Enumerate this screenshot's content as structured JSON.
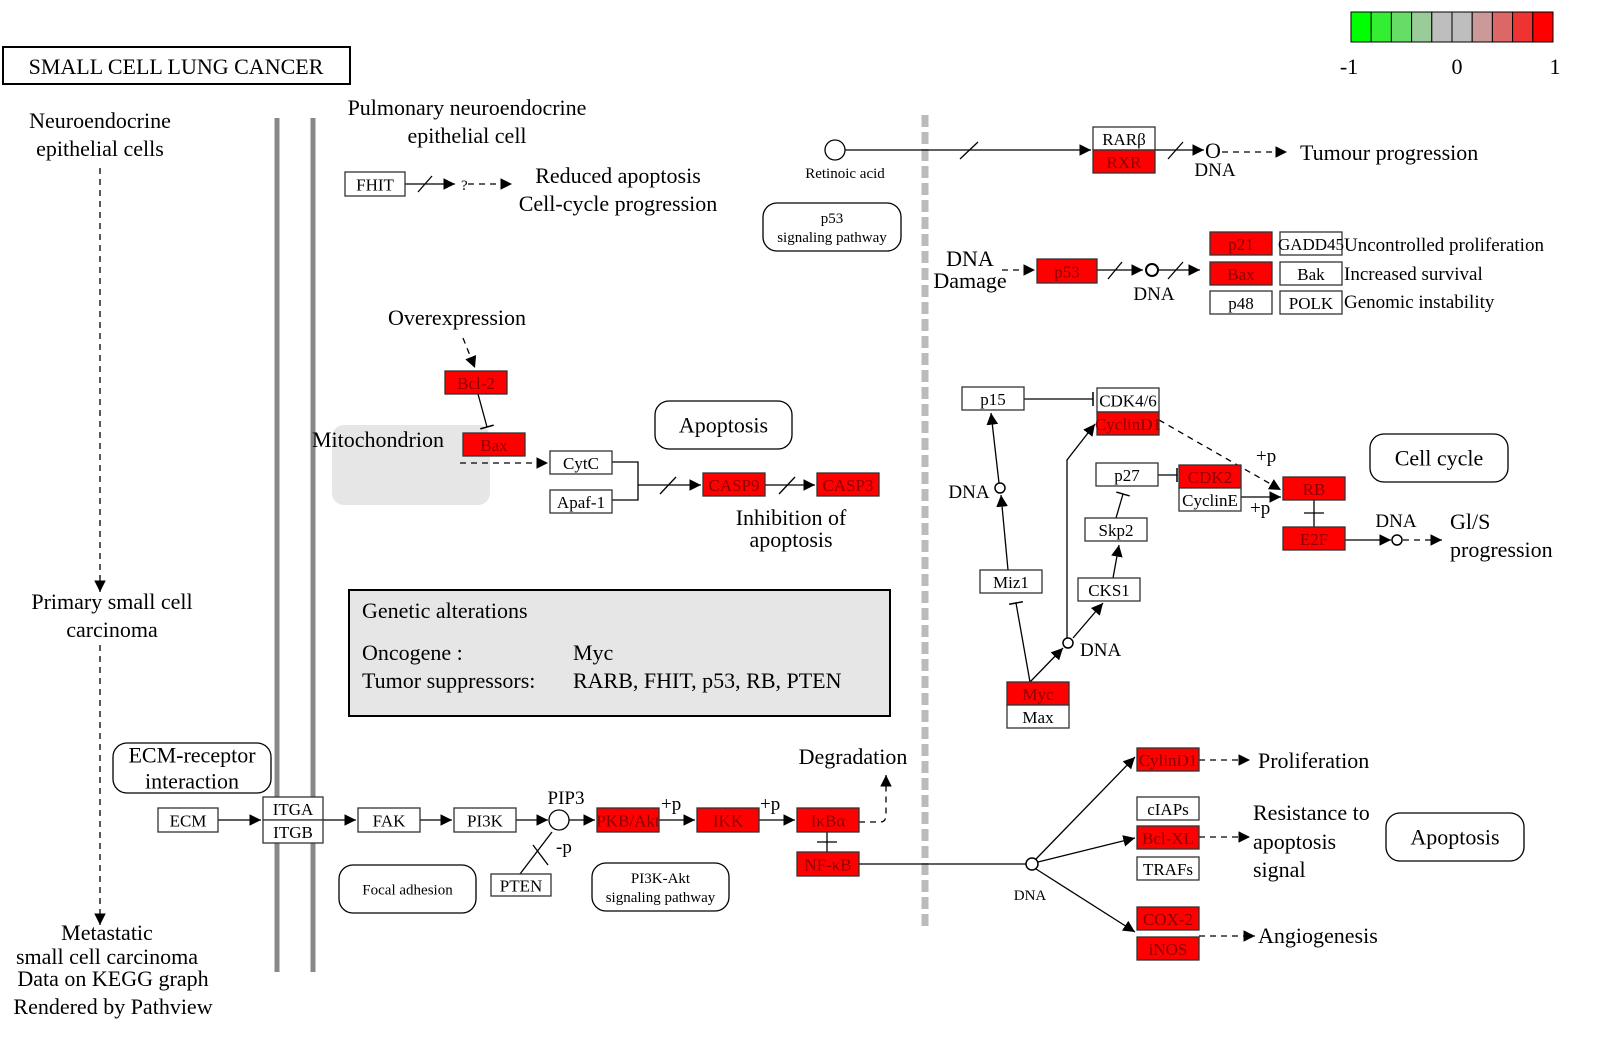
{
  "title": "SMALL CELL LUNG CANCER",
  "legend": {
    "min_label": "-1",
    "mid_label": "0",
    "max_label": "1",
    "colors": [
      "#00ff00",
      "#33ee33",
      "#66dd66",
      "#99cc99",
      "#bebebe",
      "#bebebe",
      "#cc9999",
      "#dd6666",
      "#ee3333",
      "#ff0000"
    ]
  },
  "colors": {
    "up": "#ff0000",
    "none": "#ffffff",
    "up_text": "#8b0000",
    "panel": "#e6e6e6",
    "divider": "#888888",
    "dashed_divider": "#bbbbbb"
  },
  "genes": [
    {
      "label": "FHIT",
      "color": "#ffffff"
    },
    {
      "label": "RARβ",
      "color": "#ffffff"
    },
    {
      "label": "RXR",
      "color": "#ff0000"
    },
    {
      "label": "p53",
      "color": "#ff0000"
    },
    {
      "label": "p21",
      "color": "#ff0000"
    },
    {
      "label": "GADD45",
      "color": "#ffffff"
    },
    {
      "label": "Bax",
      "color": "#ff0000"
    },
    {
      "label": "Bak",
      "color": "#ffffff"
    },
    {
      "label": "p48",
      "color": "#ffffff"
    },
    {
      "label": "POLK",
      "color": "#ffffff"
    },
    {
      "label": "Bcl-2",
      "color": "#ff0000"
    },
    {
      "label": "Bax",
      "color": "#ff0000"
    },
    {
      "label": "CytC",
      "color": "#ffffff"
    },
    {
      "label": "Apaf-1",
      "color": "#ffffff"
    },
    {
      "label": "CASP9",
      "color": "#ff0000"
    },
    {
      "label": "CASP3",
      "color": "#ff0000"
    },
    {
      "label": "p15",
      "color": "#ffffff"
    },
    {
      "label": "CDK4/6",
      "color": "#ffffff"
    },
    {
      "label": "CyclinD1",
      "color": "#ff0000"
    },
    {
      "label": "p27",
      "color": "#ffffff"
    },
    {
      "label": "CDK2",
      "color": "#ff0000"
    },
    {
      "label": "CyclinE",
      "color": "#ffffff"
    },
    {
      "label": "RB",
      "color": "#ff0000"
    },
    {
      "label": "E2F",
      "color": "#ff0000"
    },
    {
      "label": "Skp2",
      "color": "#ffffff"
    },
    {
      "label": "Miz1",
      "color": "#ffffff"
    },
    {
      "label": "CKS1",
      "color": "#ffffff"
    },
    {
      "label": "Myc",
      "color": "#ff0000"
    },
    {
      "label": "Max",
      "color": "#ffffff"
    },
    {
      "label": "ECM",
      "color": "#ffffff"
    },
    {
      "label": "ITGA",
      "color": "#ffffff"
    },
    {
      "label": "ITGB",
      "color": "#ffffff"
    },
    {
      "label": "FAK",
      "color": "#ffffff"
    },
    {
      "label": "PI3K",
      "color": "#ffffff"
    },
    {
      "label": "PKB/Akt",
      "color": "#ff0000"
    },
    {
      "label": "IKK",
      "color": "#ff0000"
    },
    {
      "label": "IκBα",
      "color": "#ff0000"
    },
    {
      "label": "NF-κB",
      "color": "#ff0000"
    },
    {
      "label": "PTEN",
      "color": "#ffffff"
    },
    {
      "label": "CylinD1",
      "color": "#ff0000"
    },
    {
      "label": "cIAPs",
      "color": "#ffffff"
    },
    {
      "label": "Bcl-XL",
      "color": "#ff0000"
    },
    {
      "label": "TRAFs",
      "color": "#ffffff"
    },
    {
      "label": "COX-2",
      "color": "#ff0000"
    },
    {
      "label": "iNOS",
      "color": "#ff0000"
    }
  ],
  "maps": [
    {
      "lines": [
        "p53",
        "signaling pathway"
      ]
    },
    {
      "lines": [
        "Apoptosis"
      ]
    },
    {
      "lines": [
        "Cell cycle"
      ]
    },
    {
      "lines": [
        "ECM-receptor",
        "interaction"
      ]
    },
    {
      "lines": [
        "Focal adhesion"
      ]
    },
    {
      "lines": [
        "PI3K-Akt",
        "signaling pathway"
      ]
    },
    {
      "lines": [
        "Apoptosis"
      ]
    }
  ],
  "labels": {
    "neuro1": "Neuroendocrine",
    "neuro2": "epithelial cells",
    "pulm1": "Pulmonary neuroendocrine",
    "pulm2": "epithelial cell",
    "reduced": "Reduced apoptosis",
    "cellcycle_prog": "Cell-cycle progression",
    "question": "?",
    "retinoic": "Retinoic acid",
    "tumour": "Tumour progression",
    "dna": "DNA",
    "dna_damage1": "DNA",
    "dna_damage2": "Damage",
    "uncontrolled": "Uncontrolled proliferation",
    "survival": "Increased survival",
    "genomic": "Genomic instability",
    "overexpression": "Overexpression",
    "mitochondrion": "Mitochondrion",
    "inhib1": "Inhibition of",
    "inhib2": "apoptosis",
    "plus_p": "+p",
    "minus_p": "-p",
    "gls1": "Gl/S",
    "gls2": "progression",
    "primary1": "Primary small cell",
    "primary2": "carcinoma",
    "meta1": "Metastatic",
    "meta2": "small cell carcinoma",
    "footer1": "Data on KEGG graph",
    "footer2": "Rendered by Pathview",
    "degradation": "Degradation",
    "pip3": "PIP3",
    "proliferation": "Proliferation",
    "resist1": "Resistance to",
    "resist2": "apoptosis",
    "resist3": "signal",
    "angio": "Angiogenesis"
  },
  "genetic_alterations": {
    "heading": "Genetic alterations",
    "oncogene_label": "Oncogene :",
    "oncogene_value": "Myc",
    "suppressor_label": "Tumor suppressors:",
    "suppressor_value": "RARB, FHIT, p53, RB, PTEN"
  }
}
